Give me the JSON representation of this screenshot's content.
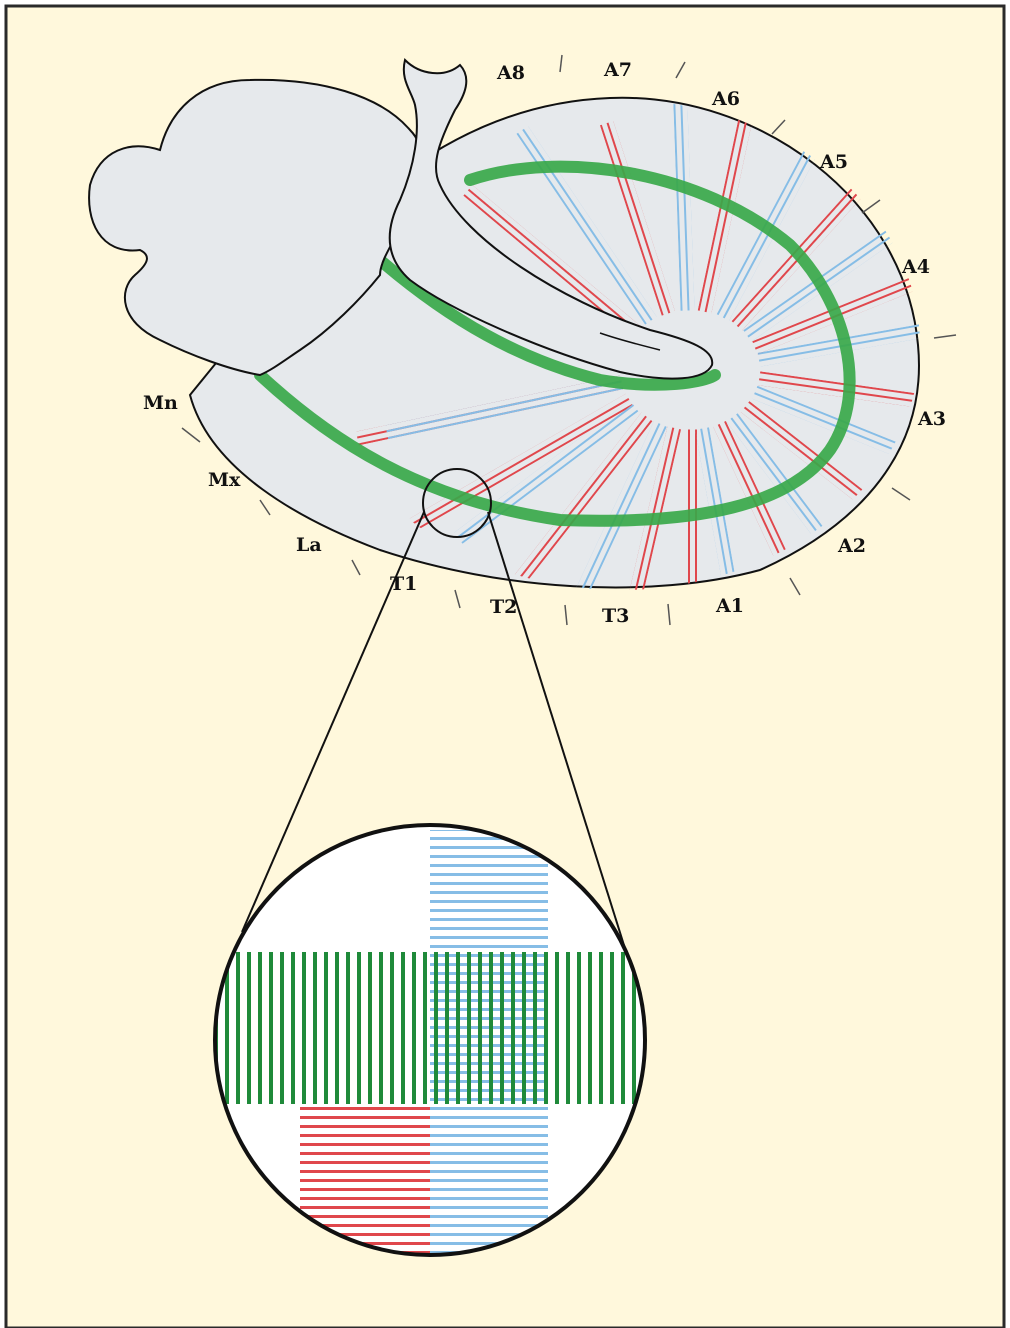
{
  "colors": {
    "background": "#fff8dc",
    "frame": "#2a2a2a",
    "embryo_fill": "#e6e9ec",
    "outline": "#111111",
    "green_band": "#3aa84a",
    "green_stripe": "#1f8a3a",
    "blue_stripe": "#86bde6",
    "red_stripe": "#e0474c"
  },
  "segment_labels": [
    {
      "id": "Mn",
      "text": "Mn"
    },
    {
      "id": "Mx",
      "text": "Mx"
    },
    {
      "id": "La",
      "text": "La"
    },
    {
      "id": "T1",
      "text": "T1"
    },
    {
      "id": "T2",
      "text": "T2"
    },
    {
      "id": "T3",
      "text": "T3"
    },
    {
      "id": "A1",
      "text": "A1"
    },
    {
      "id": "A2",
      "text": "A2"
    },
    {
      "id": "A3",
      "text": "A3"
    },
    {
      "id": "A4",
      "text": "A4"
    },
    {
      "id": "A5",
      "text": "A5"
    },
    {
      "id": "A6",
      "text": "A6"
    },
    {
      "id": "A7",
      "text": "A7"
    },
    {
      "id": "A8",
      "text": "A8"
    }
  ]
}
